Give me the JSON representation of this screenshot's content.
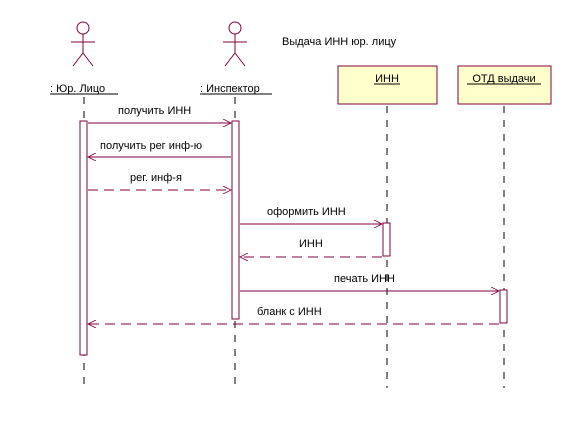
{
  "title": "Выдача ИНН юр. лицу",
  "colors": {
    "line": "#800040",
    "box_fill": "#ffffcc",
    "text": "#000000",
    "lifeline": "#000000"
  },
  "actors": [
    {
      "label": ": Юр. Лицо"
    },
    {
      "label": ": Инспектор"
    }
  ],
  "objects": [
    {
      "label": "ИНН"
    },
    {
      "label": "ОТД выдачи"
    }
  ],
  "messages": [
    {
      "label": "получить ИНН",
      "kind": "call"
    },
    {
      "label": "получить рег инф-ю",
      "kind": "call"
    },
    {
      "label": "рег. инф-я",
      "kind": "return"
    },
    {
      "label": "оформить ИНН",
      "kind": "call"
    },
    {
      "label": "ИНН",
      "kind": "return"
    },
    {
      "label": "печать ИНН",
      "kind": "call"
    },
    {
      "label": "бланк с ИНН",
      "kind": "return"
    }
  ]
}
